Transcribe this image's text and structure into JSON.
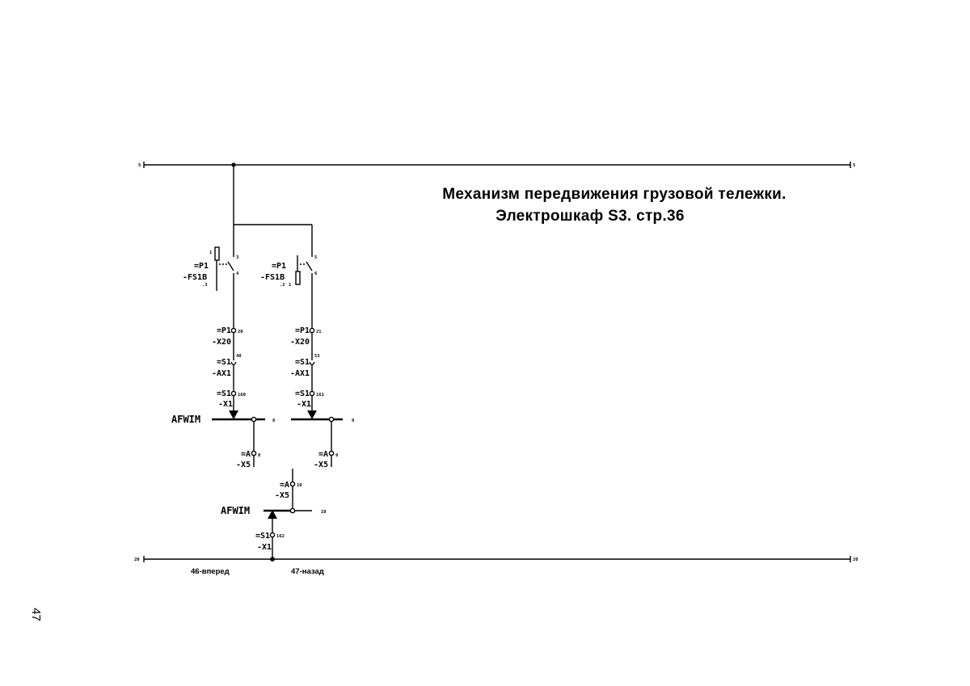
{
  "title": {
    "line1": "Механизм передвижения грузовой тележки.",
    "line2": "Электрошкаф S3. стр.36"
  },
  "page_number": "47",
  "bus": {
    "top_left": "5",
    "top_right": "5",
    "bottom_left": "20",
    "bottom_right": "20"
  },
  "branch1": {
    "sw_id": "=P1",
    "sw_tag": "-FS1B",
    "sw_sub": ".3",
    "pin_left": "1",
    "pin_top": "3",
    "pin_bottom": "4",
    "t1_id": "=P1",
    "t1_tag": "-X20",
    "t1_pin": "20",
    "t2_id": "=S1",
    "t2_tag": "-AX1",
    "t2_pin": "48",
    "t3_id": "=S1",
    "t3_tag": "-X1",
    "t3_pin": "160",
    "relay": "AFWIM",
    "relay_pin": "8",
    "t4_id": "=A",
    "t4_tag": "-X5",
    "t4_pin": "8"
  },
  "branch2": {
    "sw_id": "=P1",
    "sw_tag": "-FS1B",
    "sw_sub": ".2",
    "pin_left": "1",
    "pin_top": "5",
    "pin_bottom": "6",
    "t1_id": "=P1",
    "t1_tag": "-X20",
    "t1_pin": "21",
    "t2_id": "=S1",
    "t2_tag": "-AX1",
    "t2_pin": "53",
    "t3_id": "=S1",
    "t3_tag": "-X1",
    "t3_pin": "161",
    "relay_pin": "9",
    "t4_id": "=A",
    "t4_tag": "-X5",
    "t4_pin": "9"
  },
  "branch3": {
    "t1_id": "=A",
    "t1_tag": "-X5",
    "t1_pin": "10",
    "relay": "AFWIM",
    "relay_pin": "10",
    "t2_id": "=S1",
    "t2_tag": "-X1",
    "t2_pin": "162"
  },
  "captions": {
    "forward": "46-вперед",
    "backward": "47-назад"
  }
}
